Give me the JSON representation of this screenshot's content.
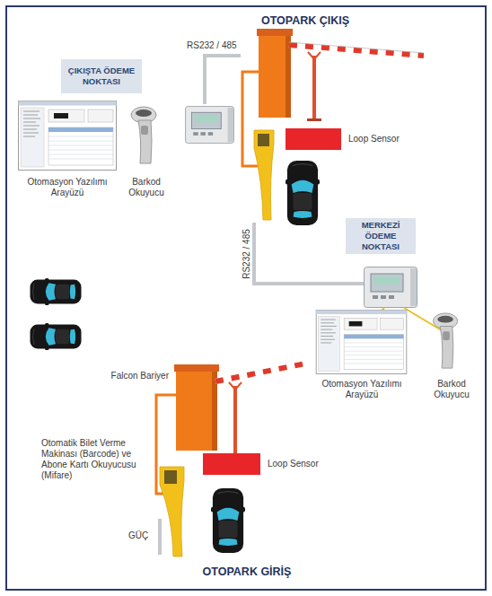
{
  "diagram": {
    "nodes": [
      {
        "text": [
          "ÇIKIŞTA ÖDEME NOKTASI"
        ]
      },
      {
        "text": [
          "Loop Sensor"
        ]
      },
      {
        "text": [
          "MERKEZİ ÖDEME NOKTASI"
        ]
      },
      {
        "text": [
          "Loop Sensor"
        ]
      }
    ],
    "labels": [
      "OTOPARK ÇIKIŞ",
      "RS232 / 485",
      "Otomasyon Yazılımı Arayüzü",
      "Barkod Okuyucu",
      "RS232 / 485",
      "Otomasyon Yazılımı Arayüzü",
      "Barkod Okuyucu",
      "Falcon Bariyer",
      "Otomatik Bilet Verme Makinası (Barcode) ve Abone Kartı Okuyucusu (Mifare)",
      "GÜÇ",
      "OTOPARK GİRİŞ"
    ]
  }
}
